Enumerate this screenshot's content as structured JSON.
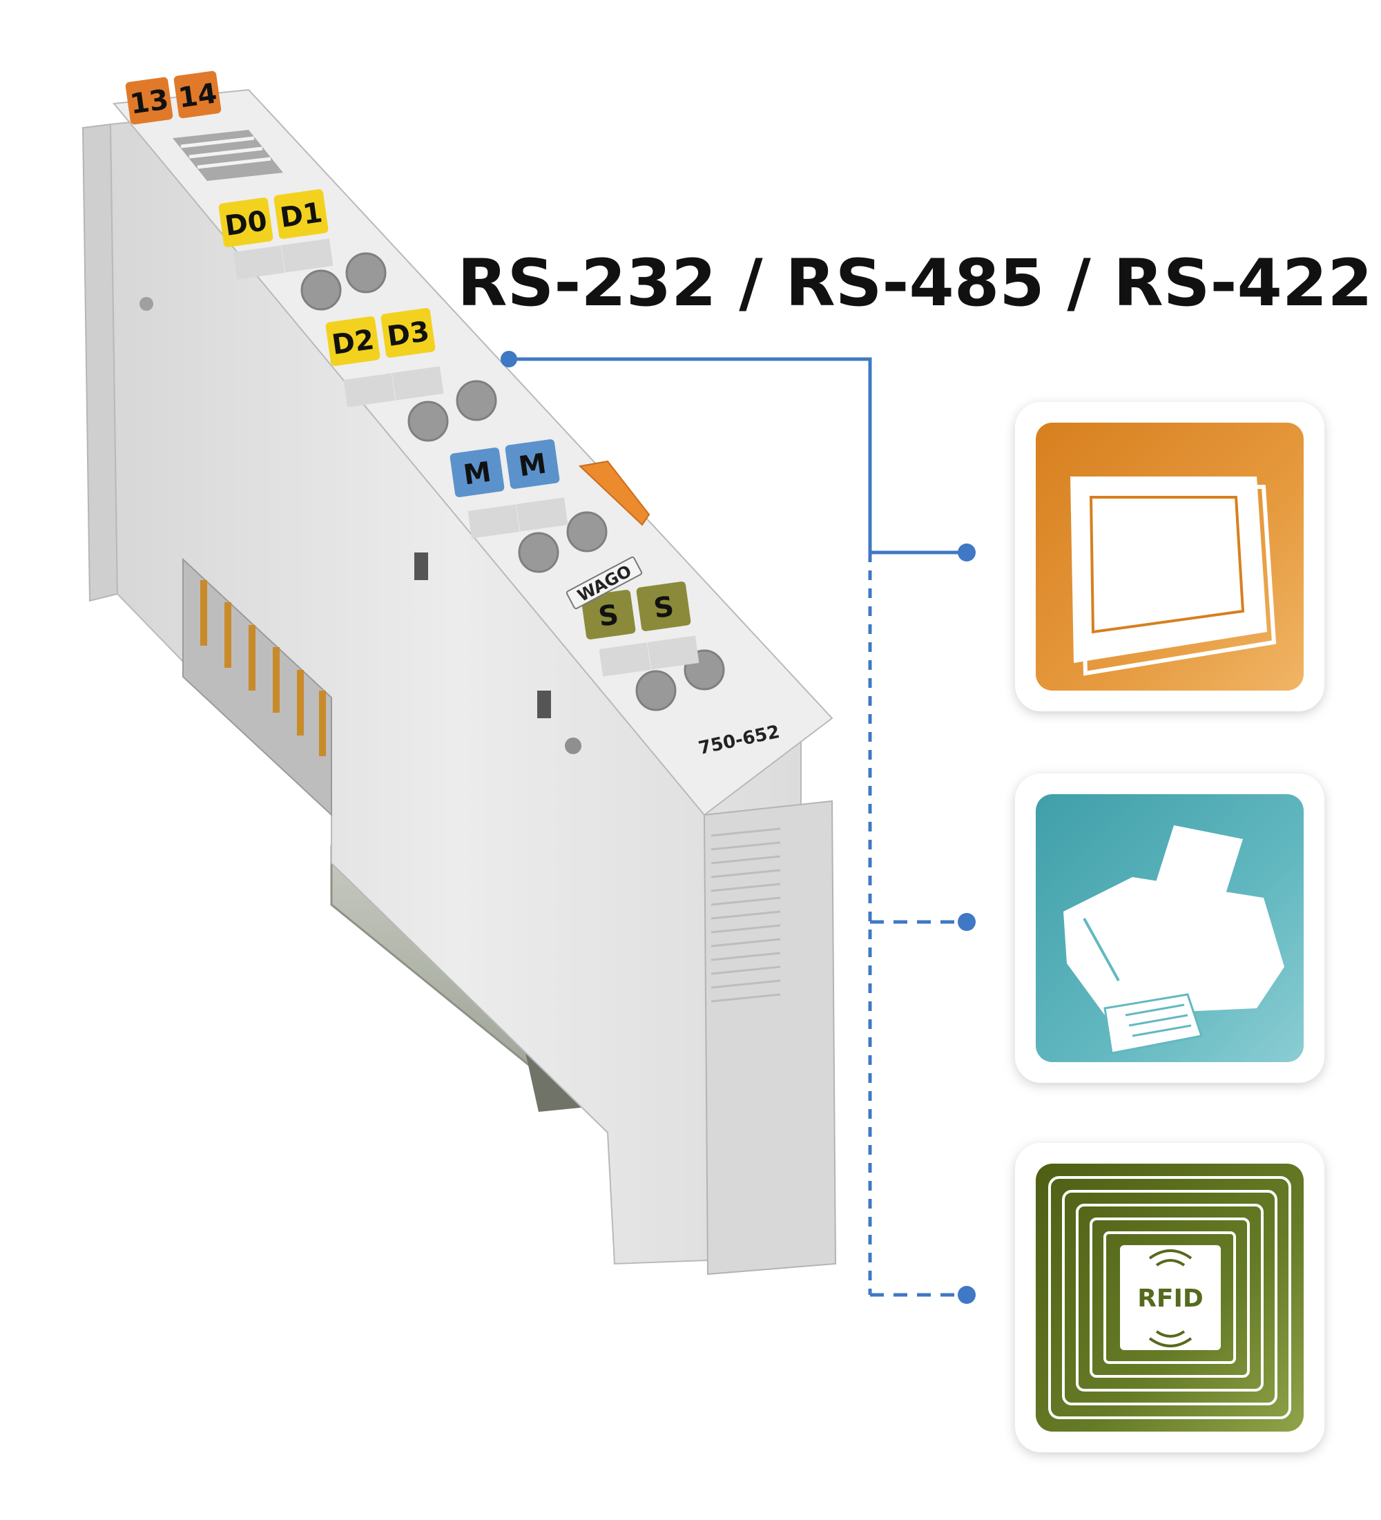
{
  "heading": "RS-232 / RS-485 / RS-422",
  "module": {
    "model": "750-652",
    "brand": "WAGO",
    "terminals": [
      {
        "id": "t13",
        "label": "13",
        "color": "#e07a2a"
      },
      {
        "id": "t14",
        "label": "14",
        "color": "#e07a2a"
      },
      {
        "id": "d0",
        "label": "D0",
        "color": "#f2d21e"
      },
      {
        "id": "d1",
        "label": "D1",
        "color": "#f2d21e"
      },
      {
        "id": "d2",
        "label": "D2",
        "color": "#f2d21e"
      },
      {
        "id": "d3",
        "label": "D3",
        "color": "#f2d21e"
      },
      {
        "id": "m1",
        "label": "M",
        "color": "#5b92cc"
      },
      {
        "id": "m2",
        "label": "M",
        "color": "#5b92cc"
      },
      {
        "id": "s1",
        "label": "S",
        "color": "#8a8a3a"
      },
      {
        "id": "s2",
        "label": "S",
        "color": "#8a8a3a"
      }
    ]
  },
  "devices": [
    {
      "id": "panel",
      "icon": "touch-panel-icon",
      "color": "#dc8a28",
      "link": "solid"
    },
    {
      "id": "printer",
      "icon": "printer-icon",
      "color": "#5db4bd",
      "link": "dashed"
    },
    {
      "id": "rfid",
      "icon": "rfid-tag-icon",
      "label": "RFID",
      "color": "#5a6d1e",
      "link": "dashed"
    }
  ],
  "colors": {
    "connector": "#3f78c4",
    "module_body": "#e6e6e6",
    "module_shade": "#c9c9c9"
  }
}
